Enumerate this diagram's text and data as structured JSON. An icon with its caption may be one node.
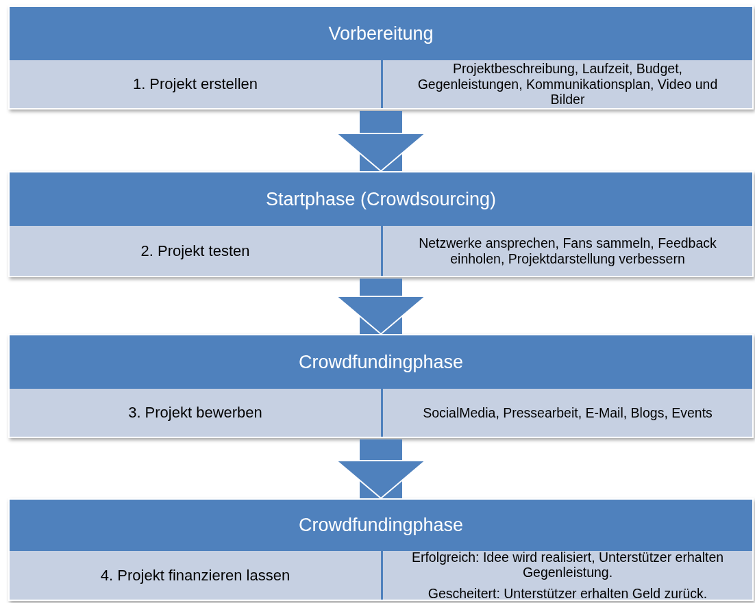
{
  "diagram": {
    "nodes": [
      {
        "text": [
          "Vorbereitung"
        ]
      },
      {
        "text": [
          "1. Projekt erstellen"
        ],
        "in": 0
      },
      {
        "text": [
          "Projektbeschreibung, Laufzeit, Budget, Gegenleistungen, Kommunikationsplan, Video und Bilder"
        ],
        "in": 0
      },
      {
        "text": [
          "Startphase (Crowdsourcing)"
        ]
      },
      {
        "text": [
          "2. Projekt testen"
        ],
        "in": 3
      },
      {
        "text": [
          "Netzwerke ansprechen, Fans sammeln, Feedback einholen, Projektdarstellung verbessern"
        ],
        "in": 3
      },
      {
        "text": [
          "Crowdfundingphase"
        ]
      },
      {
        "text": [
          "3. Projekt bewerben"
        ],
        "in": 6
      },
      {
        "text": [
          "SocialMedia, Pressearbeit, E-Mail,  Blogs, Events"
        ],
        "in": 6
      },
      {
        "text": [
          "Crowdfundingphase"
        ]
      },
      {
        "text": [
          "4. Projekt finanzieren lassen"
        ],
        "in": 9
      },
      {
        "text": [
          "Erfolgreich: Idee wird realisiert, Unterstützer erhalten Gegenleistung.",
          "Gescheitert: Unterstützer erhalten Geld zurück."
        ],
        "in": 9
      }
    ],
    "edges": [
      {
        "from": 0,
        "to": 3,
        "arrow": "to"
      },
      {
        "from": 3,
        "to": 6,
        "arrow": "to"
      },
      {
        "from": 6,
        "to": 9,
        "arrow": "to"
      }
    ]
  }
}
